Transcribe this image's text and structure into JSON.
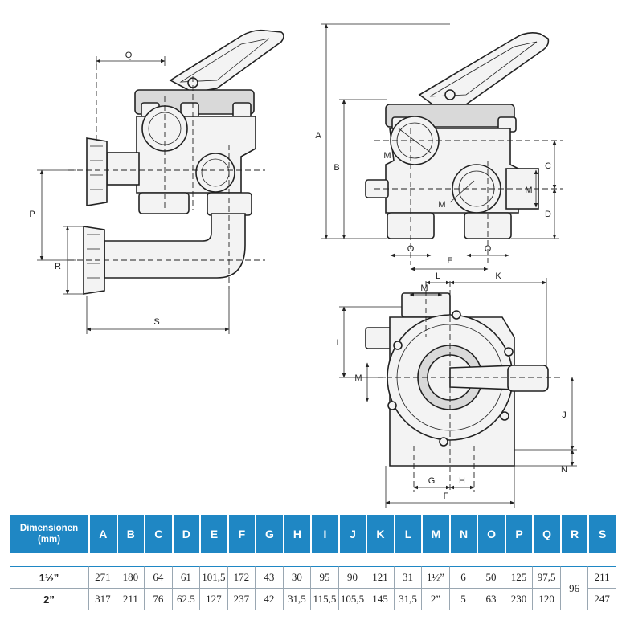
{
  "labels": {
    "Q": "Q",
    "P": "P",
    "R": "R",
    "S": "S",
    "A": "A",
    "B": "B",
    "C": "C",
    "D": "D",
    "M": "M",
    "O": "O",
    "E": "E",
    "L": "L",
    "K": "K",
    "I": "I",
    "J": "J",
    "N": "N",
    "G": "G",
    "H": "H",
    "F": "F"
  },
  "table": {
    "header_line1": "Dimensionen",
    "header_line2": "(mm)",
    "columns": [
      "A",
      "B",
      "C",
      "D",
      "E",
      "F",
      "G",
      "H",
      "I",
      "J",
      "K",
      "L",
      "M",
      "N",
      "O",
      "P",
      "Q",
      "R",
      "S"
    ],
    "rows": [
      {
        "size": "1½”",
        "values": [
          "271",
          "180",
          "64",
          "61",
          "101,5",
          "172",
          "43",
          "30",
          "95",
          "90",
          "121",
          "31",
          "1½”",
          "6",
          "50",
          "125",
          "97,5",
          "96",
          "211"
        ]
      },
      {
        "size": "2”",
        "values": [
          "317",
          "211",
          "76",
          "62.5",
          "127",
          "237",
          "42",
          "31,5",
          "115,5",
          "105,5",
          "145",
          "31,5",
          "2”",
          "5",
          "63",
          "230",
          "120",
          "",
          "247"
        ]
      }
    ]
  }
}
